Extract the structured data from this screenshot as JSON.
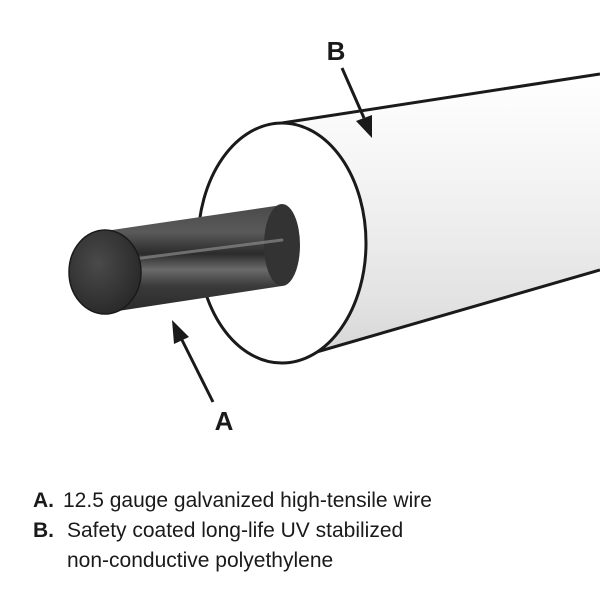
{
  "labels": {
    "a": "A",
    "b": "B"
  },
  "legend": {
    "a": {
      "key": "A.",
      "text": "12.5 gauge galvanized high-tensile wire"
    },
    "b": {
      "key": "B.",
      "line1": "Safety coated long-life UV stabilized",
      "line2": "non-conductive polyethylene"
    }
  },
  "colors": {
    "coating": "#f2f2f2",
    "coating_face": "#ffffff",
    "wire": "#3c3c3c",
    "wire_face": "#2e2e2e",
    "outline": "#1a1a1a"
  }
}
